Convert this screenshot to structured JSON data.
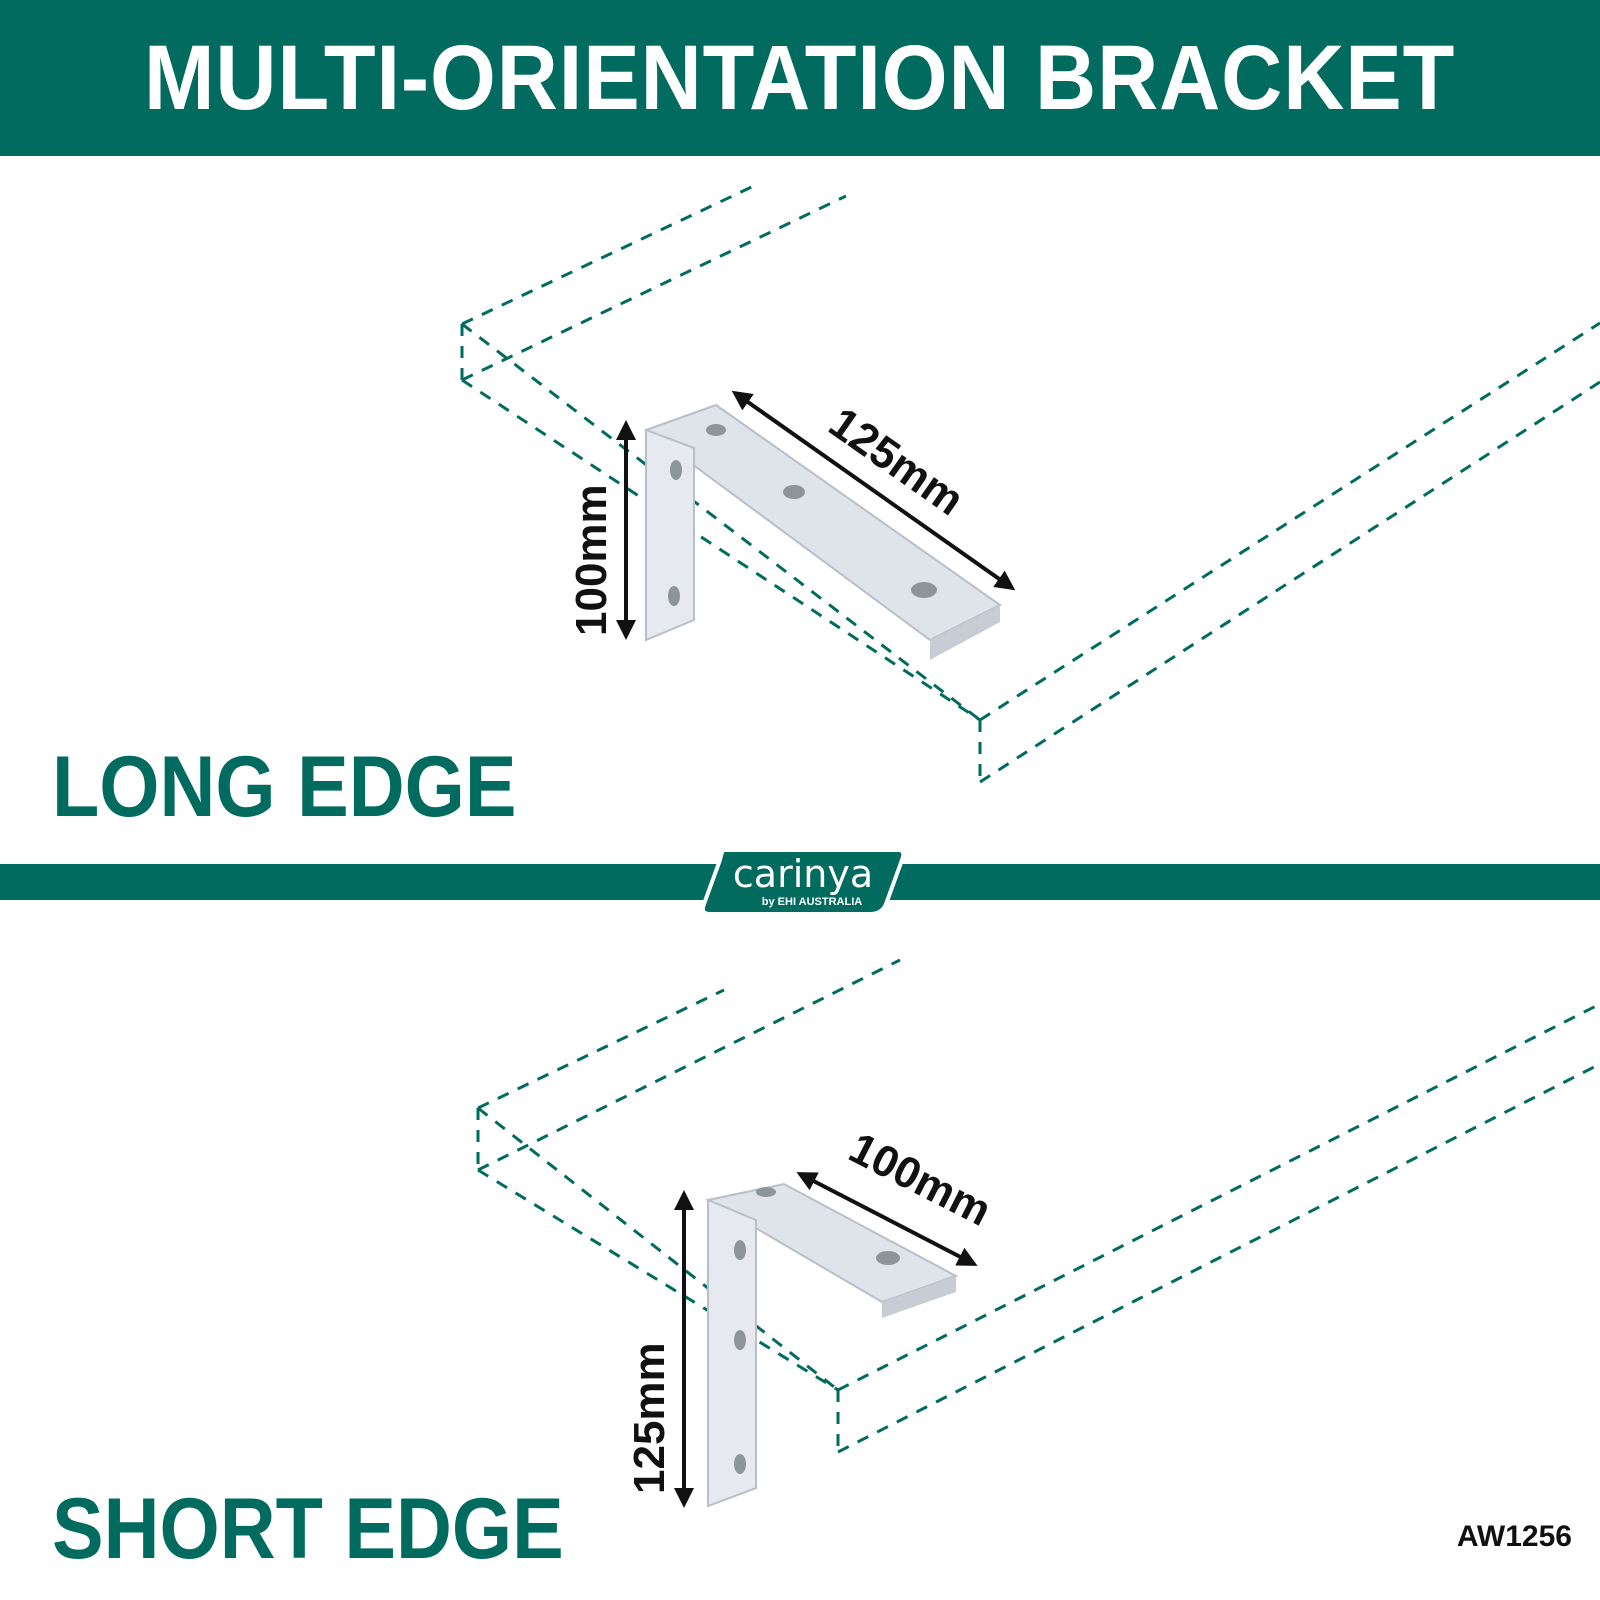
{
  "header": {
    "title": "MULTI-ORIENTATION BRACKET"
  },
  "sections": {
    "long_edge": {
      "label": "LONG EDGE",
      "horizontal_dim": "125mm",
      "vertical_dim": "100mm"
    },
    "short_edge": {
      "label": "SHORT EDGE",
      "horizontal_dim": "100mm",
      "vertical_dim": "125mm"
    }
  },
  "logo": {
    "wordmark": "carinya",
    "tagline": "by EHI AUSTRALIA"
  },
  "product_code": "AW1256",
  "colors": {
    "brand_green": "#006b5e",
    "bracket_grey": "#dfe3ea",
    "text_dark": "#111111"
  }
}
